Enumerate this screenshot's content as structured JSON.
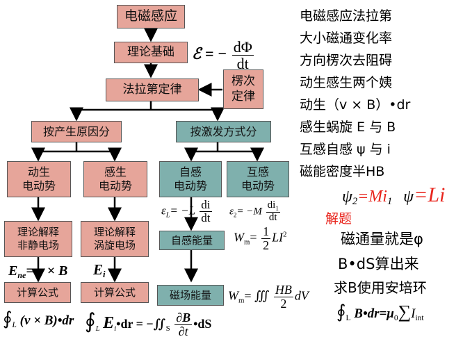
{
  "flow": {
    "top": "电磁感应",
    "theory": "理论基础",
    "faraday": "法拉第定律",
    "lenz": [
      "楞次",
      "定律"
    ],
    "branch_cause": "按产生原因分",
    "branch_excite": "按激发方式分",
    "motional": [
      "动生",
      "电动势"
    ],
    "induced": [
      "感生",
      "电动势"
    ],
    "self": [
      "自感",
      "电动势"
    ],
    "mutual": [
      "互感",
      "电动势"
    ],
    "explain_motional": [
      "理论解释",
      "非静电场"
    ],
    "explain_induced": [
      "理论解释",
      "涡旋电场"
    ],
    "calc1": "计算公式",
    "calc2": "计算公式",
    "self_energy": "自感能量",
    "field_energy": "磁场能量"
  },
  "formulas": {
    "emf": "ℰ = −",
    "emf_num": "dΦ",
    "emf_den": "dt",
    "self_emf": "ε",
    "self_sub": "L",
    "self_eq": "= −L",
    "di": "di",
    "dt": "dt",
    "mutual_emf": "ε",
    "mutual_sub": "2",
    "mutual_eq": "= −M",
    "di1": "di",
    "di1_sub": "1",
    "wm_self": "W",
    "wm_sub": "m",
    "wm_eq": "=",
    "half_num": "1",
    "half_den": "2",
    "li2": "LI",
    "li2_sup": "2",
    "wm_field_eq": "= ∭",
    "hb": "HB",
    "hb_den": "2",
    "dv": "dV",
    "ene": "E",
    "ene_sub": "ne",
    "ene_eq": "= v × B",
    "ei": "E",
    "ei_sub": "i",
    "loop_motional": "∮",
    "loop_sub": "L",
    "loop_motional_body": "(v × B)•dr",
    "loop_induced_body": "E",
    "loop_induced_sub": "i",
    "loop_induced_tail": "•dr = −∬",
    "s_sub": "S",
    "pb": "∂B",
    "pt": "∂t",
    "ds": "•dS"
  },
  "poem": [
    "电磁感应法拉第",
    "大小磁通变化率",
    "方向楞次去阻碍",
    "动生感生两个姨",
    "动生（v × B）•dr",
    "感生蜗旋 E 与 B",
    "互感自感  ψ 与 i",
    "磁能密度半HB"
  ],
  "psi": {
    "psi2": "ψ",
    "psi2_sub": "2",
    "mi": "=Mi",
    "mi_sub": "1",
    "psi": "ψ",
    "li": "=Li"
  },
  "solution": {
    "heading": "解题",
    "line1": "磁通量就是φ",
    "line2": "B•dS算出来",
    "line3": "求B使用安培环",
    "ampere_loop": "∮",
    "ampere_sub": "L",
    "ampere_body": "B•dr=μ",
    "mu_sub": "0",
    "sum": "∑",
    "i": "I",
    "i_sub": "int"
  },
  "colors": {
    "pink": "#e6a59a",
    "teal": "#7fb0ad",
    "red": "#e8241c"
  }
}
